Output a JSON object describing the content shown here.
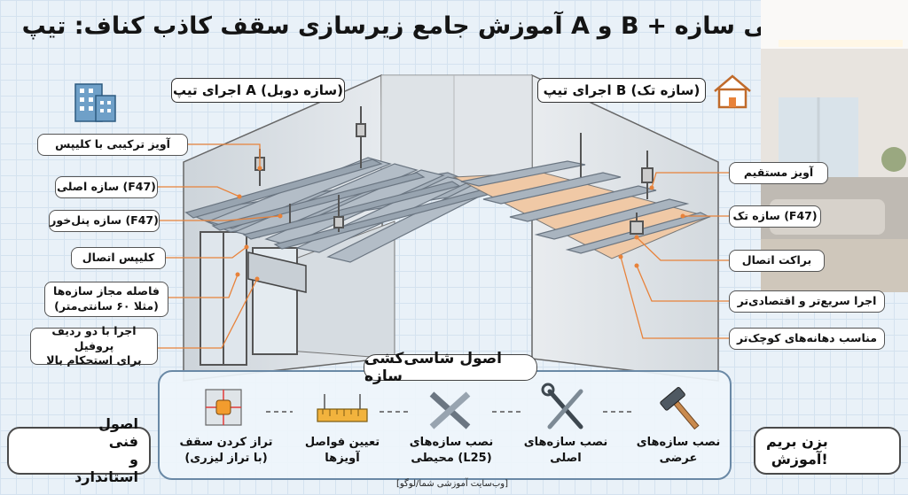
{
  "title": "آموزش جامع زیرسازی سقف کاذب کناف: تیپ A و B + شاسی‌کشی سازه",
  "sections": {
    "type_a": "اجرای تیپ A (سازه دوبل)",
    "type_b": "اجرای تیپ B (سازه تک)"
  },
  "left_labels": [
    "آویز ترکیبی با کلیپس",
    "سازه اصلی (F47)",
    "سازه پنل‌خور (F47)",
    "کلیپس اتصال",
    "فاصله مجاز سازه‌ها\n(مثلا ۶۰ سانتی‌متر)",
    "اجرا با دو ردیف پروفیل\nبرای استحکام بالا"
  ],
  "right_labels": [
    "آویز مستقیم",
    "سازه تک (F47)",
    "براکت اتصال",
    "اجرا سریع‌تر و اقتصادی‌تر",
    "مناسب دهانه‌های کوچک‌تر"
  ],
  "bottom": {
    "title": "اصول شاسی‌کشی سازه",
    "steps": [
      {
        "label": "نصب سازه‌های\nعرضی",
        "icon": "hammer-icon"
      },
      {
        "label": "نصب سازه‌های\nاصلی",
        "icon": "wrench-icon"
      },
      {
        "label": "نصب سازه‌های\nمحیطی (L25)",
        "icon": "profiles-icon"
      },
      {
        "label": "تعیین فواصل\nآویزها",
        "icon": "ruler-icon"
      },
      {
        "label": "تراز کردن سقف\n(با تراز لیزری)",
        "icon": "laser-level-icon"
      }
    ]
  },
  "left_box": "اصول فنی\nو استاندارد",
  "right_box": "بزن بریم\nآموزش!",
  "footer": "[وب‌سایت آموزشی شما/لوگو]",
  "colors": {
    "accent_line": "#e8823a",
    "panel_border": "#6a89a6",
    "metal": "#9aa7b4",
    "board": "#f0c9a6"
  }
}
